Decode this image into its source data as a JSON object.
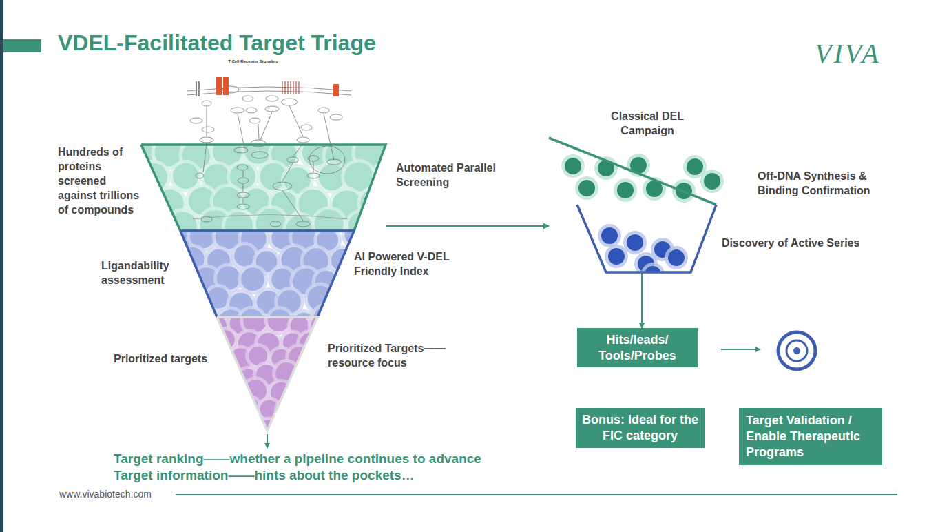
{
  "diagram": {
    "title": "VDEL-Facilitated Target Triage",
    "nodes": [
      {
        "text": [
          "Hundreds of proteins screened against trillions of compounds",
          "Automated Parallel Screening"
        ]
      },
      {
        "text": [
          "Ligandability assessment",
          "AI Powered V-DEL Friendly Index"
        ]
      },
      {
        "text": [
          "Prioritized targets",
          "Prioritized Targets——resource focus"
        ]
      },
      {
        "text": [
          "Classical DEL Campaign",
          "Off-DNA Synthesis & Binding Confirmation"
        ]
      },
      {
        "text": [
          "Discovery of Active Series"
        ]
      },
      {
        "text": [
          "Hits/leads/ Tools/Probes"
        ]
      },
      {
        "text": [
          "Bonus: Ideal for the FIC category"
        ]
      },
      {
        "text": [
          "Target Validation / Enable Therapeutic Programs"
        ]
      }
    ],
    "edges": [
      {
        "from": 0,
        "to": 3,
        "arrow": "to"
      },
      {
        "from": 4,
        "to": 5,
        "arrow": "to"
      }
    ],
    "labels": [
      "T Cell Receptor Signaling",
      "Target ranking——whether a pipeline continues to advance",
      "Target information——hints about the pockets…",
      "VIVA",
      "www.vivabiotech.com"
    ]
  }
}
